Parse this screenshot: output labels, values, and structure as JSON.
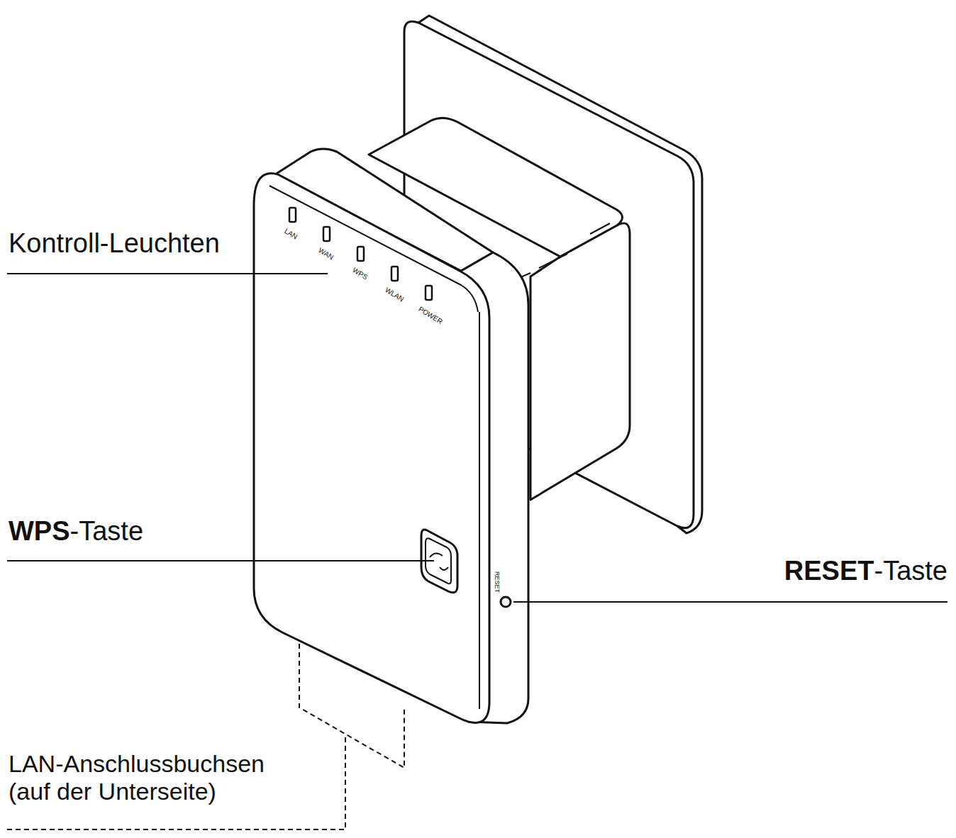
{
  "diagram": {
    "labels": [
      "Kontroll-Leuchten",
      "LAN",
      "WAN",
      "WPS",
      "WLAN",
      "POWER",
      "WPS",
      "-Taste",
      "RESET",
      "-Taste",
      "RESET",
      "LAN-Anschlussbuchsen (auf der Unterseite)"
    ]
  }
}
